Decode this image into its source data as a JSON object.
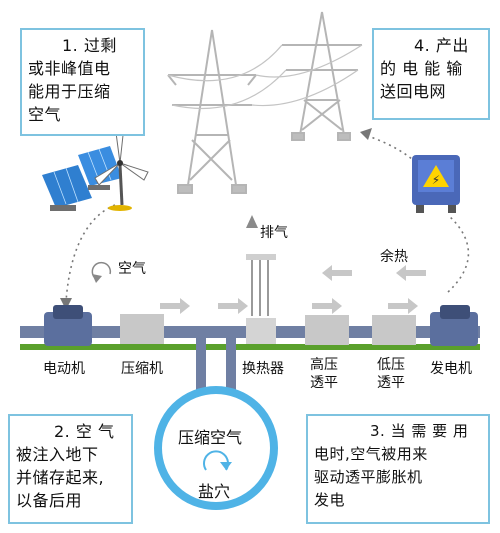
{
  "step1": {
    "lines": [
      "1. 过剩",
      "或非峰值电",
      "能用于压缩",
      "空气"
    ]
  },
  "step2": {
    "lines": [
      "2. 空 气",
      "被注入地下",
      "并储存起来,",
      "以备后用"
    ]
  },
  "step3": {
    "lines": [
      "3. 当 需 要 用",
      "电时,空气被用来",
      "驱动透平膨胀机",
      "发电"
    ]
  },
  "step4": {
    "lines": [
      "4. 产出",
      "的 电 能 输",
      "送回电网"
    ]
  },
  "labels": {
    "motor": "电动机",
    "compressor": "压缩机",
    "heat_exchanger": "换热器",
    "hp_turbine": [
      "高压",
      "透平"
    ],
    "lp_turbine": [
      "低压",
      "透平"
    ],
    "generator": "发电机",
    "exhaust": "排气",
    "air": "空气",
    "waste_heat": "余热",
    "compressed_air": "压缩空气",
    "salt_cavern": "盐穴"
  },
  "colors": {
    "box_border": "#7ec3e0",
    "pipe": "#6f7fa3",
    "ground": "#5aa02c",
    "cavern": "#4fb3e6",
    "machine": "#c8c8c8",
    "tower": "#b9b9b9"
  },
  "icons": [
    "solar-panel-icon",
    "wind-turbine-icon",
    "power-tower-icon",
    "high-voltage-box-icon",
    "rotation-icon"
  ]
}
